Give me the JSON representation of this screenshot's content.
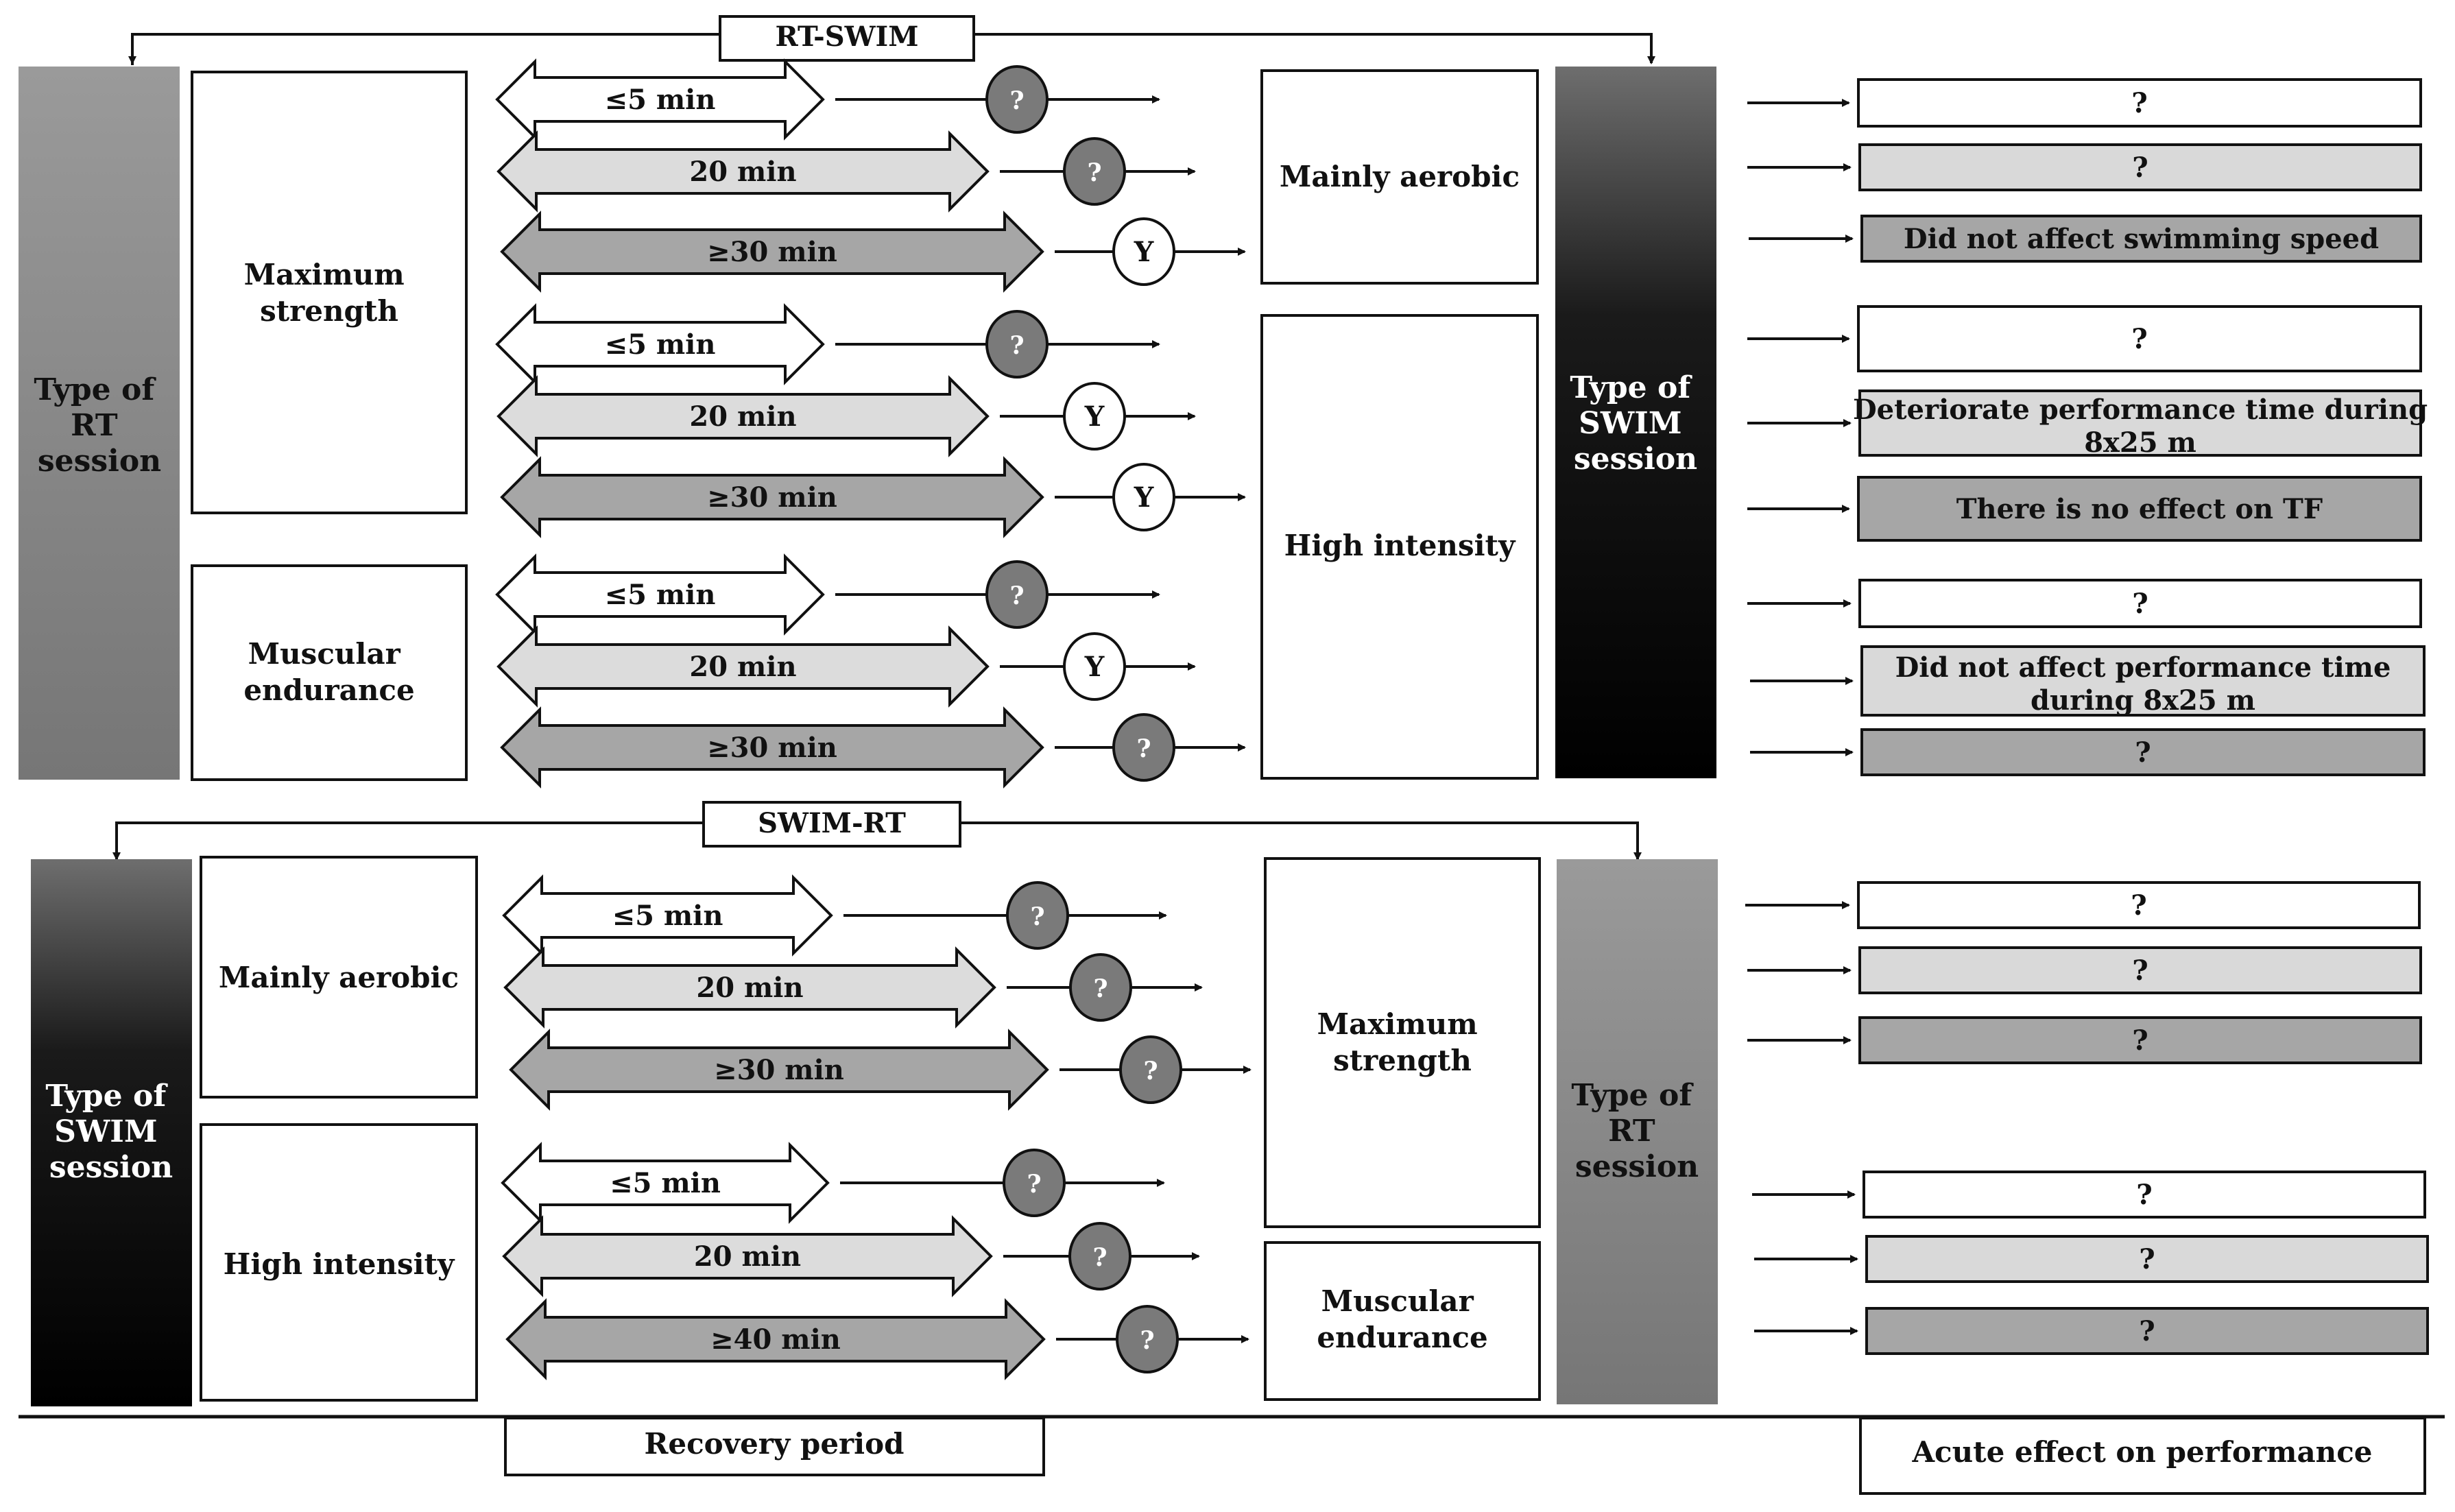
{
  "top_section": {
    "title": "RT-SWIM",
    "left_bar": {
      "line1": "Type of",
      "line2": "RT",
      "line3": "session"
    },
    "right_bar": {
      "line1": "Type of",
      "line2": "SWIM",
      "line3": "session"
    },
    "groups": [
      {
        "line1": "Maximum",
        "line2": "strength"
      },
      {
        "line1": "Muscular",
        "line2": "endurance"
      }
    ],
    "swim_types": [
      {
        "line1": "Mainly aerobic"
      },
      {
        "line1": "High intensity"
      }
    ],
    "rows": [
      {
        "recovery": "≤5 min",
        "marker": "?"
      },
      {
        "recovery": "20 min",
        "marker": "?"
      },
      {
        "recovery": "≥30 min",
        "marker": "Y"
      },
      {
        "recovery": "≤5 min",
        "marker": "?"
      },
      {
        "recovery": "20 min",
        "marker": "Y"
      },
      {
        "recovery": "≥30 min",
        "marker": "Y"
      },
      {
        "recovery": "≤5 min",
        "marker": "?"
      },
      {
        "recovery": "20 min",
        "marker": "Y"
      },
      {
        "recovery": "≥30 min",
        "marker": "?"
      }
    ],
    "effects": [
      {
        "line1": "?",
        "line2": ""
      },
      {
        "line1": "?",
        "line2": ""
      },
      {
        "line1": "Did not affect swimming speed",
        "line2": ""
      },
      {
        "line1": "?",
        "line2": ""
      },
      {
        "line1": "Deteriorate performance time during",
        "line2": "8x25 m"
      },
      {
        "line1": "There is no effect on TF",
        "line2": ""
      },
      {
        "line1": "?",
        "line2": ""
      },
      {
        "line1": "Did not affect performance time",
        "line2": "during 8x25 m"
      },
      {
        "line1": "?",
        "line2": ""
      }
    ]
  },
  "bottom_section": {
    "title": "SWIM-RT",
    "left_bar": {
      "line1": "Type of",
      "line2": "SWIM",
      "line3": "session"
    },
    "right_bar": {
      "line1": "Type of",
      "line2": "RT",
      "line3": "session"
    },
    "groups": [
      {
        "line1": "Mainly aerobic",
        "line2": ""
      },
      {
        "line1": "High intensity",
        "line2": ""
      }
    ],
    "rt_types": [
      {
        "line1": "Maximum",
        "line2": "strength"
      },
      {
        "line1": "Muscular",
        "line2": "endurance"
      }
    ],
    "rows": [
      {
        "recovery": "≤5 min",
        "marker": "?"
      },
      {
        "recovery": "20 min",
        "marker": "?"
      },
      {
        "recovery": "≥30 min",
        "marker": "?"
      },
      {
        "recovery": "≤5 min",
        "marker": "?"
      },
      {
        "recovery": "20 min",
        "marker": "?"
      },
      {
        "recovery": "≥40 min",
        "marker": "?"
      }
    ],
    "effects": [
      {
        "line1": "?"
      },
      {
        "line1": "?"
      },
      {
        "line1": "?"
      },
      {
        "line1": "?"
      },
      {
        "line1": "?"
      },
      {
        "line1": "?"
      }
    ]
  },
  "footer": {
    "recovery_label": "Recovery period",
    "effect_label": "Acute effect on performance"
  },
  "colors": {
    "arrow_white": "#ffffff",
    "arrow_light": "#dcdcdc",
    "arrow_dark": "#a6a6a6",
    "marker_grey": "#7a7a7a",
    "effect_light": "#d9d9d9",
    "effect_dark": "#a6a6a6"
  }
}
